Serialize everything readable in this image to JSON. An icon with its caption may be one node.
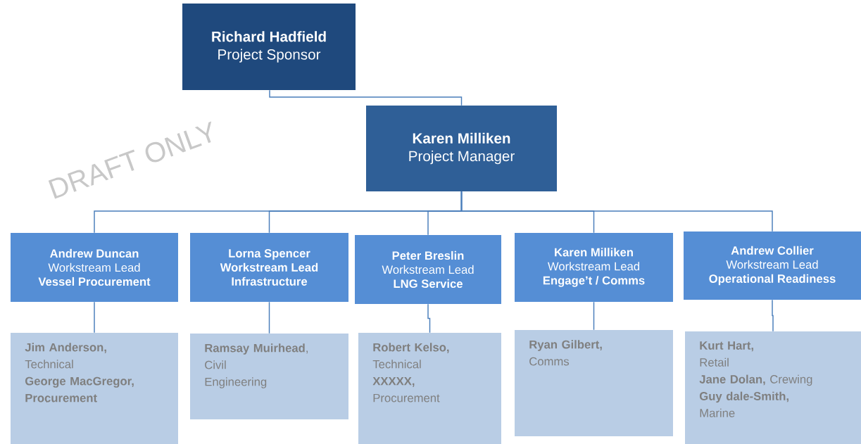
{
  "diagram": {
    "nodes": [
      {
        "text": [
          "Richard Hadfield",
          "Project  Sponsor"
        ]
      },
      {
        "text": [
          "Karen Milliken",
          "Project  Manager"
        ]
      },
      {
        "text": [
          "Andrew Duncan",
          "Workstream Lead",
          "Vessel Procurement"
        ]
      },
      {
        "text": [
          "Lorna Spencer",
          "Workstream Lead",
          "Infrastructure"
        ]
      },
      {
        "text": [
          "Peter Breslin",
          "Workstream Lead",
          "LNG Service"
        ]
      },
      {
        "text": [
          "Karen Milliken",
          "Workstream Lead",
          "Engage’t / Comms"
        ]
      },
      {
        "text": [
          "Andrew Collier",
          "Workstream Lead",
          "Operational Readiness"
        ]
      },
      {
        "text": [
          "Jim Anderson,",
          "Technical",
          "George MacGregor,",
          "Procurement"
        ]
      },
      {
        "text": [
          "**Ramsay Muirhead**,",
          "Civil",
          "Engineering"
        ]
      },
      {
        "text": [
          "Robert Kelso,",
          "Technical",
          "XXXXX,",
          "Procurement"
        ]
      },
      {
        "text": [
          "Ryan Gilbert,",
          "Comms"
        ]
      },
      {
        "text": [
          "Kurt Hart,",
          "Retail",
          "**Jane Dolan,** Crewing",
          "Guy dale-Smith,",
          "Marine"
        ]
      }
    ],
    "edges": [
      {
        "from": 0,
        "to": 1,
        "arrow": "none"
      },
      {
        "from": 1,
        "to": 2,
        "arrow": "none"
      },
      {
        "from": 1,
        "to": 3,
        "arrow": "none"
      },
      {
        "from": 1,
        "to": 4,
        "arrow": "none"
      },
      {
        "from": 1,
        "to": 5,
        "arrow": "none"
      },
      {
        "from": 1,
        "to": 6,
        "arrow": "none"
      },
      {
        "from": 2,
        "to": 7,
        "arrow": "none"
      },
      {
        "from": 3,
        "to": 8,
        "arrow": "none"
      },
      {
        "from": 4,
        "to": 9,
        "arrow": "none"
      },
      {
        "from": 5,
        "to": 10,
        "arrow": "none"
      },
      {
        "from": 6,
        "to": 11,
        "arrow": "none"
      }
    ],
    "labels": [
      "DRAFT ONLY"
    ]
  }
}
